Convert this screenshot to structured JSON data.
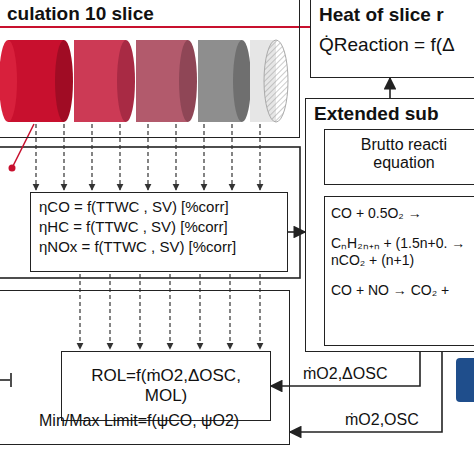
{
  "diagram": {
    "nodes": [
      {
        "text": [
          "culation 10 slice"
        ]
      },
      {
        "text": [
          "Heat of slice r",
          "Q̇Reaction = f(Δ"
        ]
      },
      {
        "text": [
          "ηCO = f(TTWC , SV) [%corr]",
          "ηHC = f(TTWC , SV) [%corr]",
          "ηNOx = f(TTWC , SV) [%corr]"
        ]
      },
      {
        "text": [
          "Extended sub"
        ]
      },
      {
        "text": [
          "Brutto reacti equation"
        ],
        "in": 3
      },
      {
        "text": [
          "CO + 0.5O₂ →",
          "CₙH₂ₙ₊ₙ + (1.5n+0. → nCO₂ + (n+1)",
          "CO + NO → CO₂ +"
        ],
        "in": 3
      },
      {
        "text": [
          "Min/Max Limit=f(ψCO, ψO2)"
        ]
      },
      {
        "text": [
          "ROL=f(ṁO2,ΔOSC, MOL)"
        ],
        "in": 6
      }
    ],
    "edges": [
      {
        "from": 0,
        "to": 1,
        "arrow": "none"
      },
      {
        "from": 2,
        "to": 3,
        "arrow": "to"
      },
      {
        "from": 3,
        "to": 1,
        "arrow": "to"
      },
      {
        "from": 3,
        "to": 7,
        "label": "ṁO2,ΔOSC",
        "arrow": "to"
      },
      {
        "from": 3,
        "to": 6,
        "label": "ṁO2,OSC",
        "arrow": "to"
      }
    ]
  }
}
